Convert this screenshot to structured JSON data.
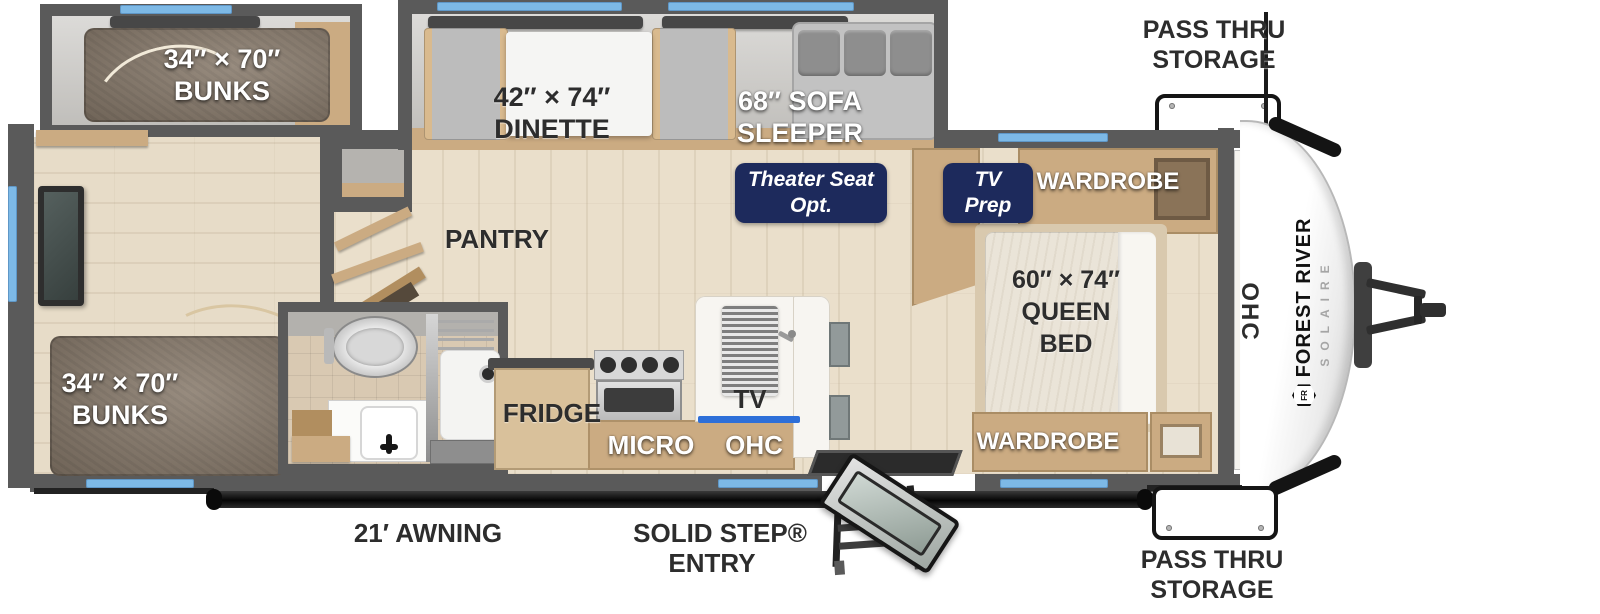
{
  "meta": {
    "type": "travel-trailer-floorplan"
  },
  "brand": {
    "manufacturer": "FOREST RIVER",
    "model": "SOLAIRE",
    "monogram": "FR"
  },
  "badges": {
    "theater": [
      "Theater Seat",
      "Opt."
    ],
    "tv_prep": [
      "TV",
      "Prep"
    ]
  },
  "labels": {
    "bunks_top": [
      "34″ × 70″",
      "BUNKS"
    ],
    "bunks_bottom": [
      "34″ × 70″",
      "BUNKS"
    ],
    "dinette": [
      "42″ × 74″",
      "DINETTE"
    ],
    "sofa": [
      "68″ SOFA",
      "SLEEPER"
    ],
    "pantry": "PANTRY",
    "fridge": "FRIDGE",
    "micro": "MICRO",
    "ohc_kitchen": "OHC",
    "tv_island": "TV",
    "wardrobe_top": "WARDROBE",
    "wardrobe_bottom": "WARDROBE",
    "queen_bed": [
      "60″ × 74″",
      "QUEEN",
      "BED"
    ],
    "ohc_front_cap": "OHC",
    "pass_thru_top": [
      "PASS THRU",
      "STORAGE"
    ],
    "pass_thru_bottom": [
      "PASS THRU",
      "STORAGE"
    ],
    "awning": "21′ AWNING",
    "entry": [
      "SOLID STEP®",
      "ENTRY"
    ]
  },
  "colors": {
    "wall": "#5a5a5a",
    "window": "#7db9e6",
    "badge": "#1d2a5c",
    "floor": "#eadfcb",
    "bunk_fabric": "#87796a",
    "cabinet_wood": "#cbab82",
    "marble": "#f7f5f1"
  }
}
